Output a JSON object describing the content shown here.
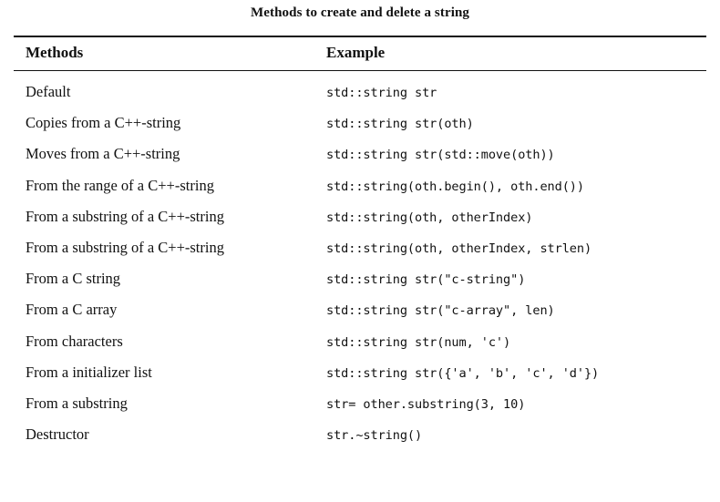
{
  "document": {
    "caption": "Methods to create and delete a string"
  },
  "table": {
    "columns": [
      {
        "key": "method",
        "label": "Methods"
      },
      {
        "key": "example",
        "label": "Example"
      }
    ],
    "rules": {
      "color": "#111111",
      "top": true,
      "below_header": true
    },
    "rows": [
      {
        "method": "Default",
        "example": "std::string str"
      },
      {
        "method": "Copies from a C++-string",
        "example": "std::string str(oth)"
      },
      {
        "method": "Moves from a C++-string",
        "example": "std::string str(std::move(oth))"
      },
      {
        "method": "From the range of a C++-string",
        "example": "std::string(oth.begin(), oth.end())"
      },
      {
        "method": "From a substring of a C++-string",
        "example": "std::string(oth, otherIndex)"
      },
      {
        "method": "From a substring of a C++-string",
        "example": "std::string(oth, otherIndex, strlen)"
      },
      {
        "method": "From a C string",
        "example": "std::string str(\"c-string\")"
      },
      {
        "method": "From a C array",
        "example": "std::string str(\"c-array\", len)"
      },
      {
        "method": "From characters",
        "example": "std::string str(num, 'c')"
      },
      {
        "method": "From a initializer list",
        "example": "std::string str({'a', 'b', 'c', 'd'})"
      },
      {
        "method": "From a substring",
        "example": "str= other.substring(3, 10)"
      },
      {
        "method": "Destructor",
        "example": "str.~string()"
      }
    ]
  }
}
